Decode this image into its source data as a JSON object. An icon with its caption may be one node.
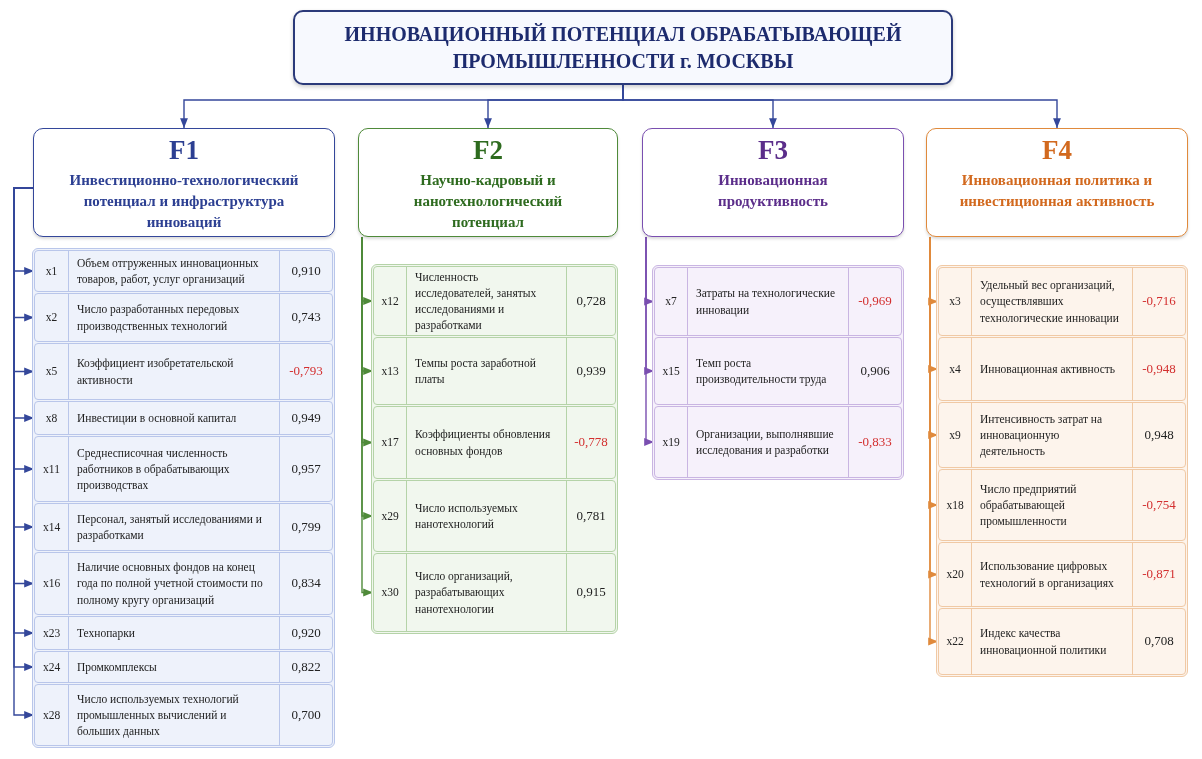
{
  "diagram": {
    "nodes": [
      {
        "text": [
          "ИННОВАЦИОННЫЙ ПОТЕНЦИАЛ ОБРАБАТЫВАЮЩЕЙ ПРОМЫШЛЕННОСТИ г. МОСКВЫ"
        ]
      },
      {
        "text": [
          "F1",
          "Инвестиционно-технологический потенциал и инфраструктура инноваций"
        ]
      },
      {
        "text": [
          "F2",
          "Научно-кадровый и нанотехнологический потенциал"
        ]
      },
      {
        "text": [
          "F3",
          "Инновационная продуктивность"
        ]
      },
      {
        "text": [
          "F4",
          "Инновационная политика и инвестиционная активность"
        ]
      },
      {
        "text": [
          "x1",
          "Объем отгруженных инновационных товаров, работ, услуг организаций",
          "0,910"
        ]
      },
      {
        "text": [
          "x2",
          "Число разработанных передовых производственных технологий",
          "0,743"
        ]
      },
      {
        "text": [
          "x5",
          "Коэффициент изобретательской активности",
          "-0,793"
        ]
      },
      {
        "text": [
          "x8",
          "Инвестиции в основной капитал",
          "0,949"
        ]
      },
      {
        "text": [
          "x11",
          "Среднесписочная численность работников в обрабатывающих производствах",
          "0,957"
        ]
      },
      {
        "text": [
          "x14",
          "Персонал, занятый исследованиями и разработками",
          "0,799"
        ]
      },
      {
        "text": [
          "x16",
          "Наличие основных фондов на конец года по полной учетной стоимости по полному кругу организаций",
          "0,834"
        ]
      },
      {
        "text": [
          "x23",
          "Технопарки",
          "0,920"
        ]
      },
      {
        "text": [
          "x24",
          "Промкомплексы",
          "0,822"
        ]
      },
      {
        "text": [
          "x28",
          "Число используемых технологий промышленных вычислений и больших данных",
          "0,700"
        ]
      },
      {
        "text": [
          "x12",
          "Численность исследователей, занятых исследованиями и разработками",
          "0,728"
        ]
      },
      {
        "text": [
          "x13",
          "Темпы роста заработной платы",
          "0,939"
        ]
      },
      {
        "text": [
          "x17",
          "Коэффициенты обновления основных фондов",
          "-0,778"
        ]
      },
      {
        "text": [
          "x29",
          "Число используемых нанотехнологий",
          "0,781"
        ]
      },
      {
        "text": [
          "x30",
          "Число организаций, разрабатывающих нанотехнологии",
          "0,915"
        ]
      },
      {
        "text": [
          "x7",
          "Затраты на технологические инновации",
          "-0,969"
        ]
      },
      {
        "text": [
          "x15",
          "Темп роста производительности труда",
          "0,906"
        ]
      },
      {
        "text": [
          "x19",
          "Организации, выполнявшие исследования и разработки",
          "-0,833"
        ]
      },
      {
        "text": [
          "x3",
          "Удельный вес организаций, осуществлявших технологические инновации",
          "-0,716"
        ]
      },
      {
        "text": [
          "x4",
          "Инновационная активность",
          "-0,948"
        ]
      },
      {
        "text": [
          "x9",
          "Интенсивность затрат на инновационную деятельность",
          "0,948"
        ]
      },
      {
        "text": [
          "x18",
          "Число предприятий обрабатывающей промышленности",
          "-0,754"
        ]
      },
      {
        "text": [
          "x20",
          "Использование цифровых технологий в организациях",
          "-0,871"
        ]
      },
      {
        "text": [
          "x22",
          "Индекс качества инновационной политики",
          "0,708"
        ]
      }
    ],
    "edges": [
      {
        "from": 0,
        "to": 1,
        "arrow": "to"
      },
      {
        "from": 0,
        "to": 2,
        "arrow": "to"
      },
      {
        "from": 0,
        "to": 3,
        "arrow": "to"
      },
      {
        "from": 0,
        "to": 4,
        "arrow": "to"
      },
      {
        "from": 1,
        "to": 5,
        "arrow": "to"
      },
      {
        "from": 1,
        "to": 6,
        "arrow": "to"
      },
      {
        "from": 1,
        "to": 7,
        "arrow": "to"
      },
      {
        "from": 1,
        "to": 8,
        "arrow": "to"
      },
      {
        "from": 1,
        "to": 9,
        "arrow": "to"
      },
      {
        "from": 1,
        "to": 10,
        "arrow": "to"
      },
      {
        "from": 1,
        "to": 11,
        "arrow": "to"
      },
      {
        "from": 1,
        "to": 12,
        "arrow": "to"
      },
      {
        "from": 1,
        "to": 13,
        "arrow": "to"
      },
      {
        "from": 1,
        "to": 14,
        "arrow": "to"
      },
      {
        "from": 2,
        "to": 15,
        "arrow": "to",
        "color": "#4f8a3a"
      },
      {
        "from": 2,
        "to": 16,
        "arrow": "to",
        "color": "#4f8a3a"
      },
      {
        "from": 2,
        "to": 17,
        "arrow": "to",
        "color": "#4f8a3a"
      },
      {
        "from": 2,
        "to": 18,
        "arrow": "to",
        "color": "#4f8a3a"
      },
      {
        "from": 2,
        "to": 19,
        "arrow": "to",
        "color": "#4f8a3a"
      },
      {
        "from": 3,
        "to": 20,
        "arrow": "to",
        "color": "#7a4fb0"
      },
      {
        "from": 3,
        "to": 21,
        "arrow": "to",
        "color": "#7a4fb0"
      },
      {
        "from": 3,
        "to": 22,
        "arrow": "to",
        "color": "#7a4fb0"
      },
      {
        "from": 4,
        "to": 23,
        "arrow": "to",
        "color": "#e08a3c"
      },
      {
        "from": 4,
        "to": 24,
        "arrow": "to",
        "color": "#e08a3c"
      },
      {
        "from": 4,
        "to": 25,
        "arrow": "to",
        "color": "#e08a3c"
      },
      {
        "from": 4,
        "to": 26,
        "arrow": "to",
        "color": "#e08a3c"
      },
      {
        "from": 4,
        "to": 27,
        "arrow": "to",
        "color": "#e08a3c"
      },
      {
        "from": 4,
        "to": 28,
        "arrow": "to",
        "color": "#e08a3c"
      }
    ]
  }
}
